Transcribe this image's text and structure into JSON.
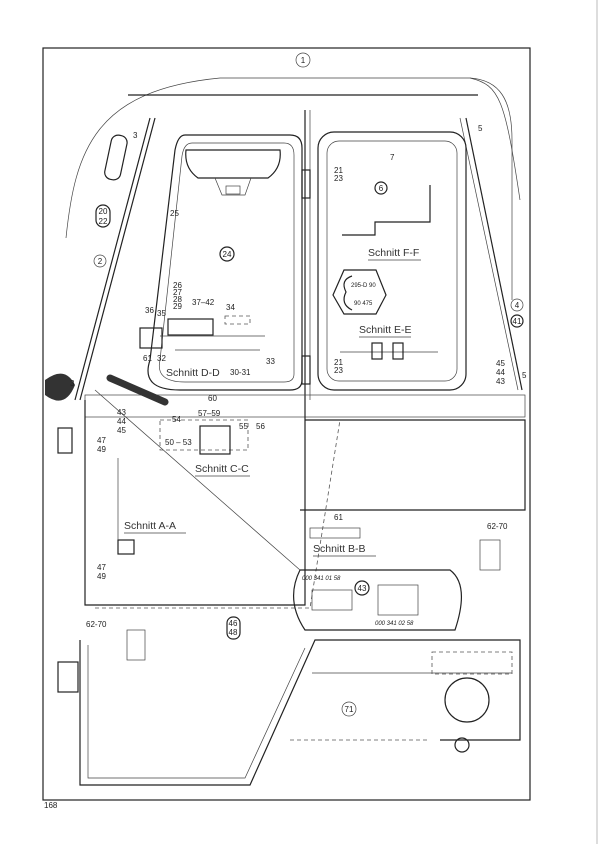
{
  "page_number": "168",
  "callouts": {
    "c1": "1",
    "c2": "2",
    "c3a": "3",
    "c3b": "3",
    "c4": "4",
    "c41": "41",
    "c5a": "5",
    "c5b": "5",
    "c6": "6",
    "c7": "7",
    "c20": "20",
    "c22": "22",
    "c21a": "21",
    "c23a": "23",
    "c21b": "21",
    "c23b": "23",
    "c24": "24",
    "c25": "25",
    "c26": "26",
    "c27": "27",
    "c28": "28",
    "c29": "29",
    "c37_42": "37–42",
    "c34": "34",
    "c36": "36",
    "c35": "35",
    "c61a": "61",
    "c32": "32",
    "c33": "33",
    "c30_31": "30-31",
    "c60": "60",
    "c43a": "43",
    "c44a": "44",
    "c45a": "45",
    "c45b": "45",
    "c44b": "44",
    "c43b": "43",
    "c47a": "47",
    "c49a": "49",
    "c47b": "47",
    "c49b": "49",
    "c54": "54",
    "c57_59": "57–59",
    "c50_53": "50 – 53",
    "c55": "55",
    "c56": "56",
    "c46": "46",
    "c48": "48",
    "c61b": "61",
    "c62_70a": "62-70",
    "c62_70b": "62-70",
    "c43c": "43",
    "c71": "71"
  },
  "sections": {
    "dd": "Schnitt D-D",
    "cc": "Schnitt C-C",
    "aa": "Schnitt A-A",
    "bb": "Schnitt B-B",
    "ff": "Schnitt F-F",
    "ee": "Schnitt E-E"
  },
  "part_numbers": {
    "left": "000 341 01 58",
    "right": "000 341 02 58"
  },
  "certification_mark": {
    "line1": "295-D 90",
    "line2": "90 475"
  }
}
